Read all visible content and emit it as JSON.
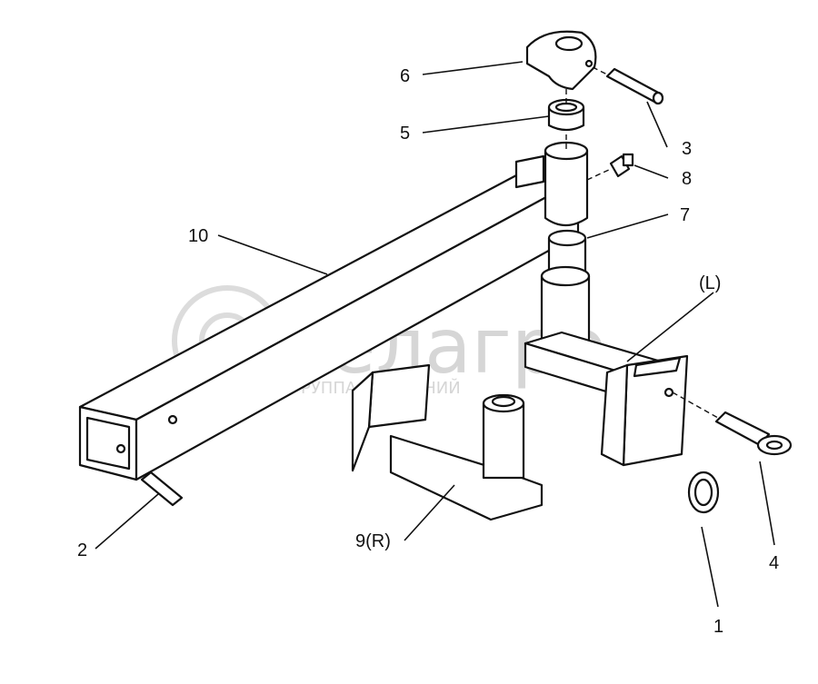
{
  "watermark": {
    "brand": "белагро",
    "tagline": "ГРУППА КОМПАНИЙ"
  },
  "callouts": {
    "c1": "1",
    "c2": "2",
    "c3": "3",
    "c4": "4",
    "c5": "5",
    "c6": "6",
    "c7": "7",
    "c8": "8",
    "c9": "9(R)",
    "c10": "10",
    "cL": "(L)"
  }
}
